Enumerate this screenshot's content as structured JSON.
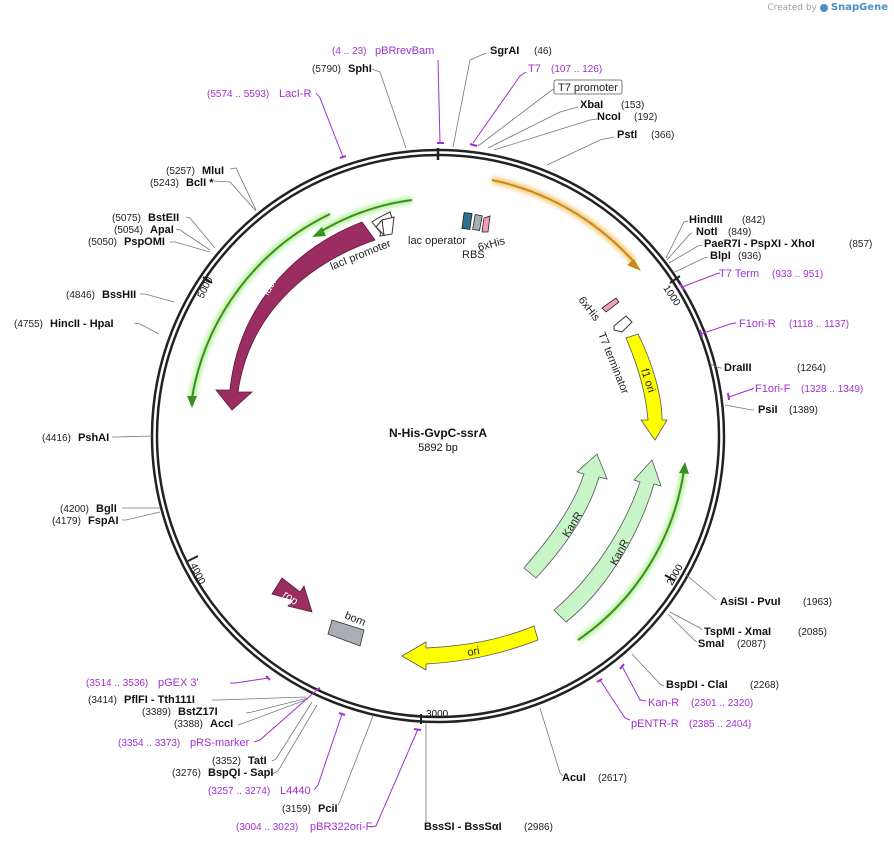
{
  "credit": {
    "prefix": "Created by",
    "brand": "SnapGene"
  },
  "plasmid": {
    "name": "N-His-GvpC-ssrA",
    "size": "5892 bp",
    "length": 5892
  },
  "ticks": [
    "1000",
    "2000",
    "3000",
    "4000",
    "5000"
  ],
  "colors": {
    "primer": "#a030d0",
    "lacI": "#9b2d62",
    "rop": "#9b2d62",
    "f1ori": "#ffff00",
    "ori": "#ffff00",
    "kanR": "#c8f5c8",
    "bom": "#a8aeb4",
    "t7_arrow": "#f5a623",
    "green_arrow": "#3a8f1e"
  },
  "enzymes": [
    {
      "name": "SgrAI",
      "pos": "(46)"
    },
    {
      "name": "SphI",
      "pos": "(5790)"
    },
    {
      "name": "XbaI",
      "pos": "(153)"
    },
    {
      "name": "NcoI",
      "pos": "(192)"
    },
    {
      "name": "PstI",
      "pos": "(366)"
    },
    {
      "name": "HindIII",
      "pos": "(842)"
    },
    {
      "name": "NotI",
      "pos": "(849)"
    },
    {
      "name": "PaeR7I - PspXI - XhoI",
      "pos": "(857)"
    },
    {
      "name": "BlpI",
      "pos": "(936)"
    },
    {
      "name": "DraIII",
      "pos": "(1264)"
    },
    {
      "name": "PsiI",
      "pos": "(1389)"
    },
    {
      "name": "AsiSI - PvuI",
      "pos": "(1963)"
    },
    {
      "name": "TspMI - XmaI",
      "pos": "(2085)"
    },
    {
      "name": "SmaI",
      "pos": "(2087)"
    },
    {
      "name": "BspDI - ClaI",
      "pos": "(2268)"
    },
    {
      "name": "AcuI",
      "pos": "(2617)"
    },
    {
      "name": "BssSI - BssSαI",
      "pos": "(2986)"
    },
    {
      "name": "PciI",
      "pos": "(3159)"
    },
    {
      "name": "BspQI - SapI",
      "pos": "(3276)"
    },
    {
      "name": "TatI",
      "pos": "(3352)"
    },
    {
      "name": "AccI",
      "pos": "(3388)"
    },
    {
      "name": "BstZ17I",
      "pos": "(3389)"
    },
    {
      "name": "PflFI - Tth111I",
      "pos": "(3414)"
    },
    {
      "name": "FspAI",
      "pos": "(4179)"
    },
    {
      "name": "BglI",
      "pos": "(4200)"
    },
    {
      "name": "PshAI",
      "pos": "(4416)"
    },
    {
      "name": "HincII - HpaI",
      "pos": "(4755)"
    },
    {
      "name": "BssHII",
      "pos": "(4846)"
    },
    {
      "name": "PspOMI",
      "pos": "(5050)"
    },
    {
      "name": "ApaI",
      "pos": "(5054)"
    },
    {
      "name": "BstEII",
      "pos": "(5075)"
    },
    {
      "name": "BclI *",
      "pos": "(5243)"
    },
    {
      "name": "MluI",
      "pos": "(5257)"
    }
  ],
  "primers": [
    {
      "name": "pBRrevBam",
      "pos": "(4 .. 23)"
    },
    {
      "name": "T7",
      "pos": "(107 .. 126)"
    },
    {
      "name": "LacI-R",
      "pos": "(5574 .. 5593)"
    },
    {
      "name": "T7 Term",
      "pos": "(933 .. 951)"
    },
    {
      "name": "F1ori-R",
      "pos": "(1118 .. 1137)"
    },
    {
      "name": "F1ori-F",
      "pos": "(1328 .. 1349)"
    },
    {
      "name": "Kan-R",
      "pos": "(2301 .. 2320)"
    },
    {
      "name": "pENTR-R",
      "pos": "(2385 .. 2404)"
    },
    {
      "name": "pBR322ori-F",
      "pos": "(3004 .. 3023)"
    },
    {
      "name": "L4440",
      "pos": "(3257 .. 3274)"
    },
    {
      "name": "pRS-marker",
      "pos": "(3354 .. 3373)"
    },
    {
      "name": "pGEX 3'",
      "pos": "(3514 .. 3536)"
    }
  ],
  "features": {
    "t7_promoter": "T7 promoter",
    "lac_operator": "lac operator",
    "rbs": "RBS",
    "his_top": "6xHis",
    "his_inner": "6xHis",
    "t7_terminator": "T7 terminator",
    "f1ori": "f1 ori",
    "lacI": "lacI",
    "lacI_promoter": "lacI promoter",
    "kanR1": "KanR",
    "kanR2": "KanR",
    "ori": "ori",
    "rop": "rop",
    "bom": "bom"
  }
}
